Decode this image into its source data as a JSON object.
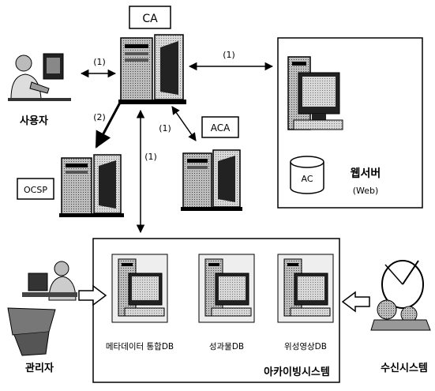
{
  "nodes": {
    "ca": "CA",
    "aca": "ACA",
    "ocsp": "OCSP",
    "web_server": "웹서버",
    "web_server_sub": "(Web)",
    "ac": "AC",
    "user": "사용자",
    "admin": "관리자",
    "receiver": "수신시스템",
    "archive_system": "아카이빙시스템"
  },
  "databases": [
    "메타데이터 통합DB",
    "성과물DB",
    "위성영상DB"
  ],
  "edge_labels": {
    "user_ca": "(1)",
    "ca_web": "(1)",
    "ca_ocsp": "(2)",
    "ca_aca": "(1)",
    "ca_archive": "(1)"
  }
}
